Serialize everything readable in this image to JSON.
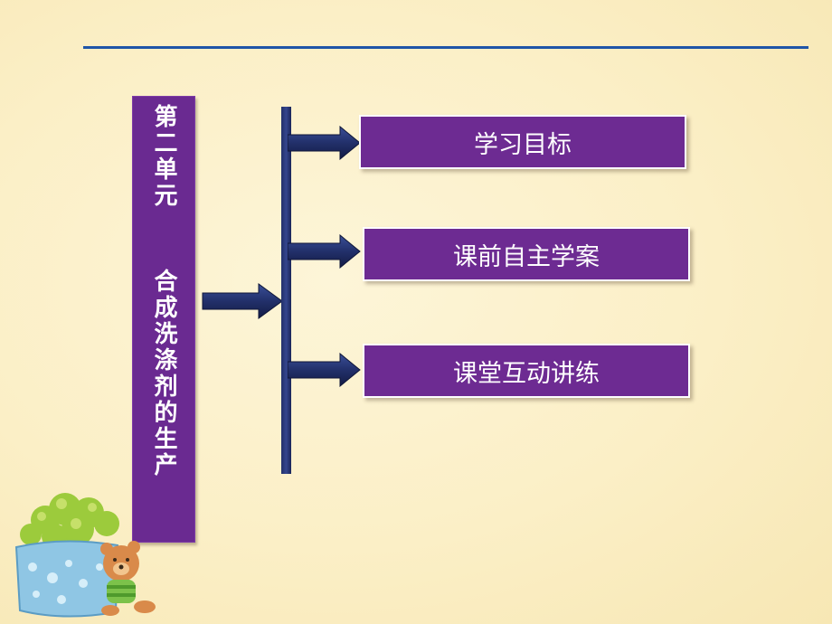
{
  "unit": {
    "title": "第二单元  合成洗涤剂的生产"
  },
  "menu": {
    "items": [
      {
        "label": "学习目标"
      },
      {
        "label": "课前自主学案"
      },
      {
        "label": "课堂互动讲练"
      }
    ]
  },
  "colors": {
    "background": "#fbefc4",
    "rule": "#1f55a8",
    "box": "#6d2b92",
    "arrow": "#22306a"
  },
  "icons": {
    "decoration": "flower-pot-and-teddy-bear"
  }
}
